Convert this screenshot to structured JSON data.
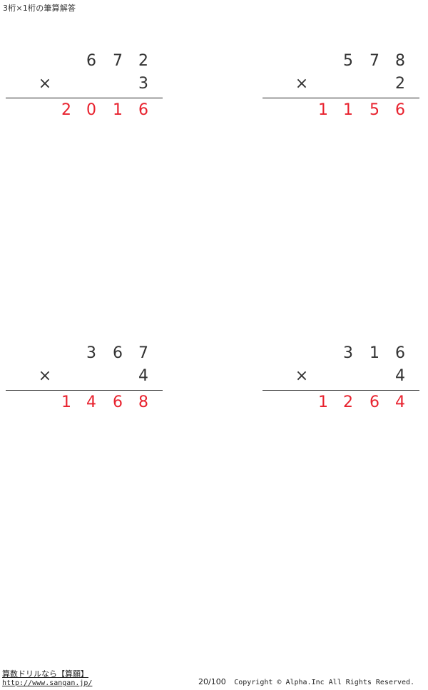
{
  "title": "3桁×1桁の筆算解答",
  "operator": "×",
  "problems": [
    {
      "multiplicand": [
        "6",
        "7",
        "2"
      ],
      "multiplier": "3",
      "answer": [
        "2",
        "0",
        "1",
        "6"
      ]
    },
    {
      "multiplicand": [
        "5",
        "7",
        "8"
      ],
      "multiplier": "2",
      "answer": [
        "1",
        "1",
        "5",
        "6"
      ]
    },
    {
      "multiplicand": [
        "3",
        "6",
        "7"
      ],
      "multiplier": "4",
      "answer": [
        "1",
        "4",
        "6",
        "8"
      ]
    },
    {
      "multiplicand": [
        "3",
        "1",
        "6"
      ],
      "multiplier": "4",
      "answer": [
        "1",
        "2",
        "6",
        "4"
      ]
    }
  ],
  "footer": {
    "brand": "算数ドリルなら【算願】",
    "url": "http://www.sangan.jp/",
    "page": "20/100",
    "copyright": "Copyright © Alpha.Inc All Rights Reserved."
  }
}
